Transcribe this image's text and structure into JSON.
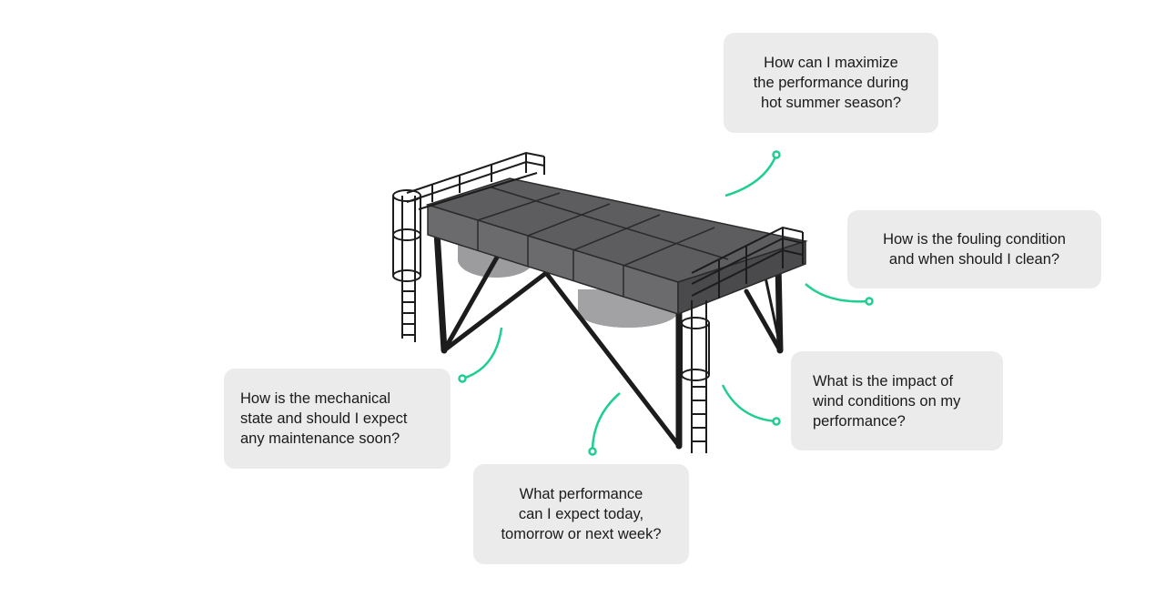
{
  "accent_color": "#1ecf8f",
  "illustration": "air-cooled-condenser-structure",
  "questions": {
    "summer": "How can I maximize\nthe performance during\nhot summer season?",
    "fouling": "How is the fouling condition\nand when should I clean?",
    "wind": "What is the impact of\nwind conditions on my\nperformance?",
    "mechanical": "How is the mechanical\nstate and should I expect\nany maintenance soon?",
    "performance": "What performance\ncan I expect today,\ntomorrow or next week?"
  }
}
